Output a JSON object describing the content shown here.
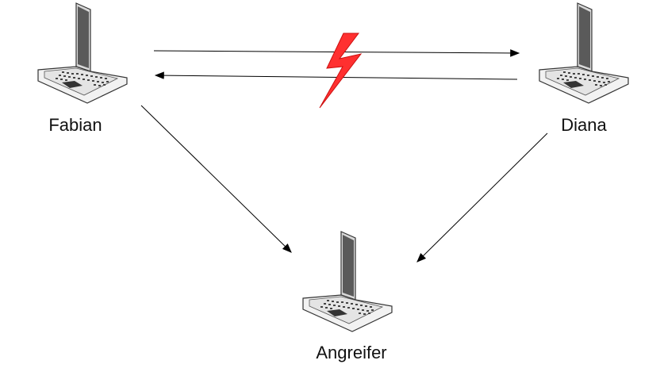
{
  "nodes": {
    "fabian": {
      "label": "Fabian"
    },
    "diana": {
      "label": "Diana"
    },
    "attacker": {
      "label": "Angreifer"
    }
  },
  "colors": {
    "line": "#000000",
    "lightning": "#ff3030",
    "screen": "#5a5a5a",
    "laptop_outline": "#333333",
    "laptop_body": "#f2f2f2"
  },
  "icons": [
    "laptop-icon",
    "lightning-bolt-icon"
  ]
}
